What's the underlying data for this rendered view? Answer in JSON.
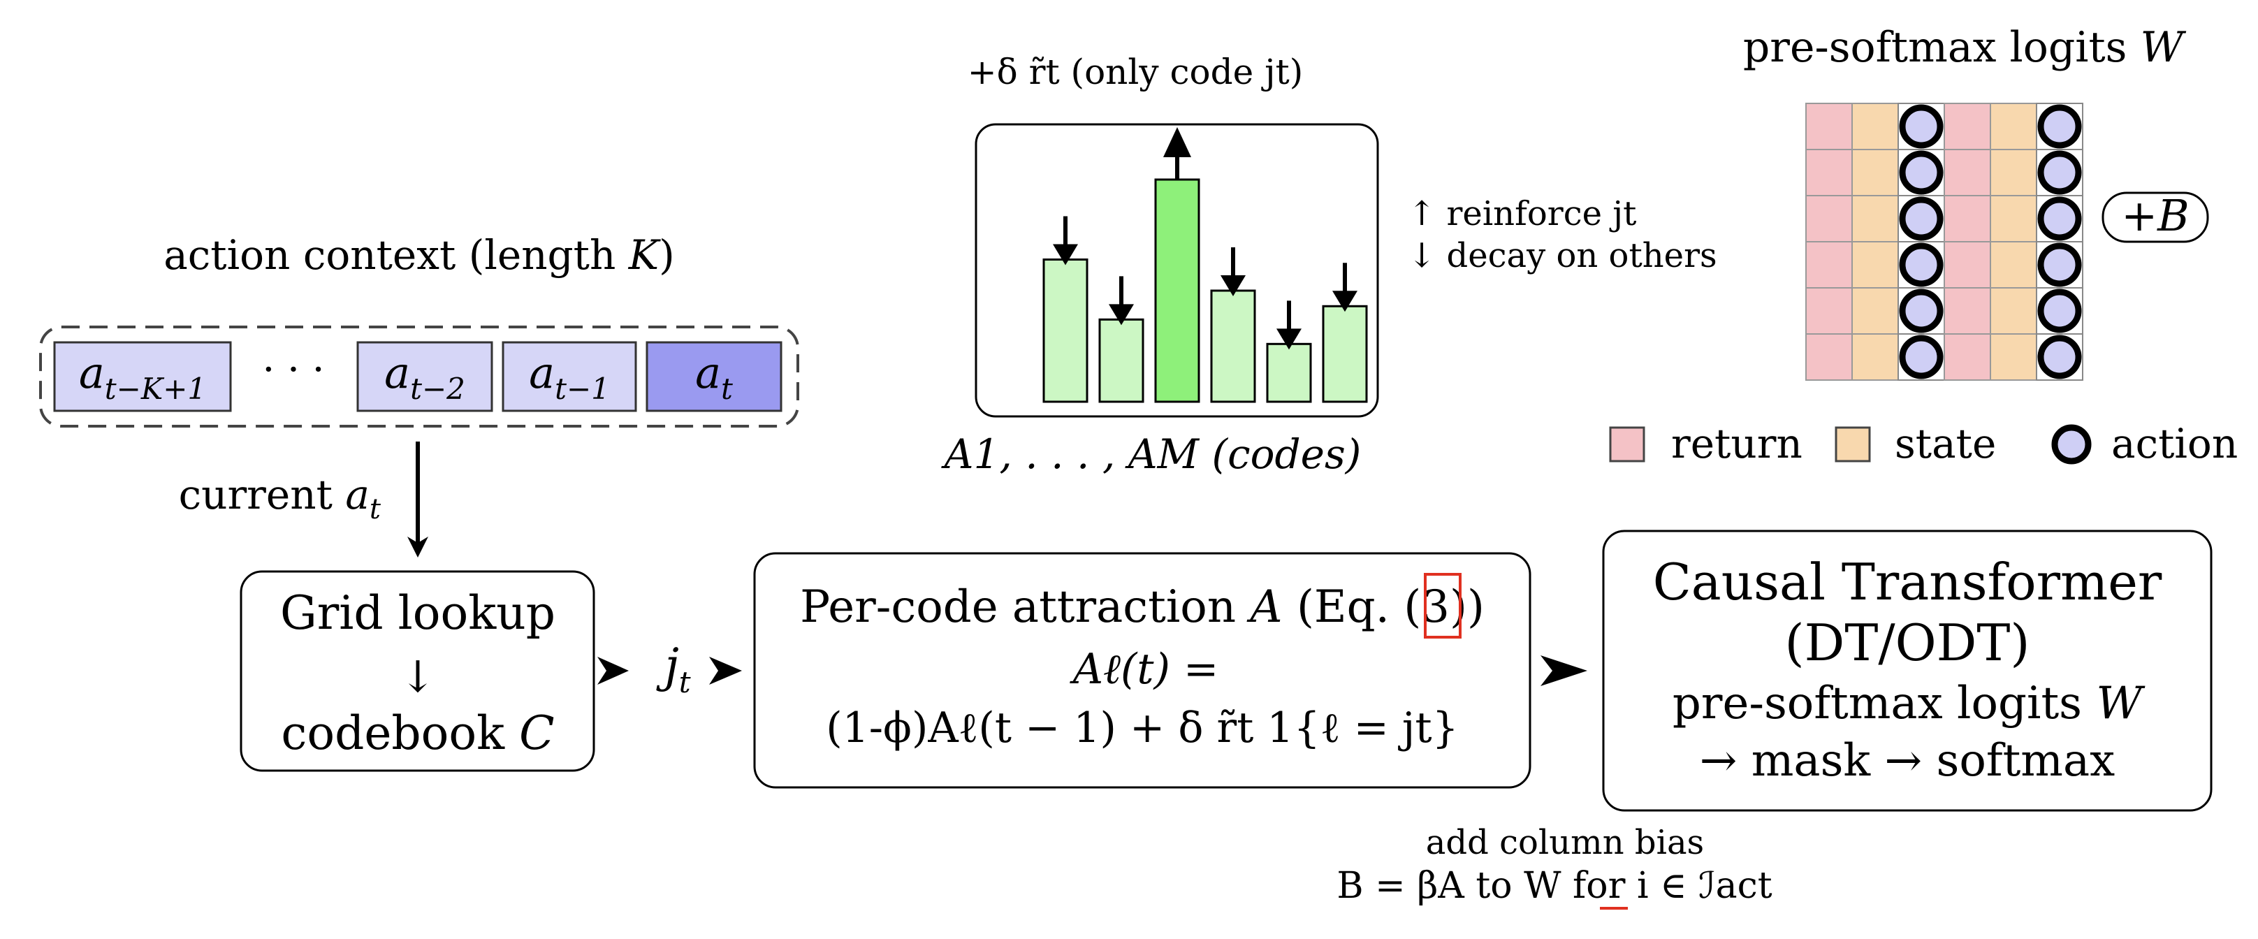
{
  "context": {
    "title_text": "action context (length ",
    "title_var": "K",
    "title_close": ")",
    "tokens": [
      {
        "base": "a",
        "sub": "t−K+1"
      },
      {
        "base": "· · ·",
        "sub": ""
      },
      {
        "base": "a",
        "sub": "t−2"
      },
      {
        "base": "a",
        "sub": "t−1"
      },
      {
        "base": "a",
        "sub": "t"
      }
    ],
    "current_label": "current ",
    "current_var": "a",
    "current_sub": "t"
  },
  "grid_lookup": {
    "line1": "Grid lookup",
    "arrow": "↓",
    "line3": "codebook ",
    "line3_var": "C"
  },
  "j_label": {
    "base": "j",
    "sub": "t"
  },
  "attraction": {
    "line1": "Per-code attraction ",
    "line1_var": "A",
    "line1_eq": " (Eq. (",
    "line1_ref": "3",
    "line1_close": "))",
    "line2": "Aℓ(t)   =",
    "line3": "(1-ϕ)Aℓ(t − 1) + δ r̃t 1{ℓ = jt}"
  },
  "transformer": {
    "line1": "Causal Transformer",
    "line2": "(DT/ODT)",
    "line3": "pre-softmax logits ",
    "line3_var": "W",
    "line4": "→ mask → softmax"
  },
  "codes_panel": {
    "top_label": "+δ r̃t (only code jt)",
    "bottom_label": "A1, . . . , AM (codes)",
    "side_up": "↑   reinforce jt",
    "side_down": "↓ decay on others",
    "bars": [
      0.64,
      0.37,
      1.0,
      0.5,
      0.26,
      0.43
    ],
    "highlight_index": 2
  },
  "logits_panel": {
    "title": "pre-softmax logits ",
    "title_var": "W",
    "plus_b": "+B",
    "rows": 6,
    "columns": [
      "return",
      "state",
      "action",
      "return",
      "state",
      "action"
    ]
  },
  "legend": {
    "items": [
      {
        "label": "return",
        "color": "#f4c2c6"
      },
      {
        "label": "state",
        "color": "#f8d8ae"
      },
      {
        "label": "action",
        "color": "#cfcff5"
      }
    ]
  },
  "bias_note": {
    "line1": "add column bias",
    "line2": "B  =  βA to W for i  ∈  ℐact"
  },
  "colors": {
    "token_fill": "#d6d6f7",
    "token_active": "#9a9af0",
    "bar_fill": "#ccf7c4",
    "bar_highlight": "#8ef07a",
    "ref_box": "#e03020"
  }
}
